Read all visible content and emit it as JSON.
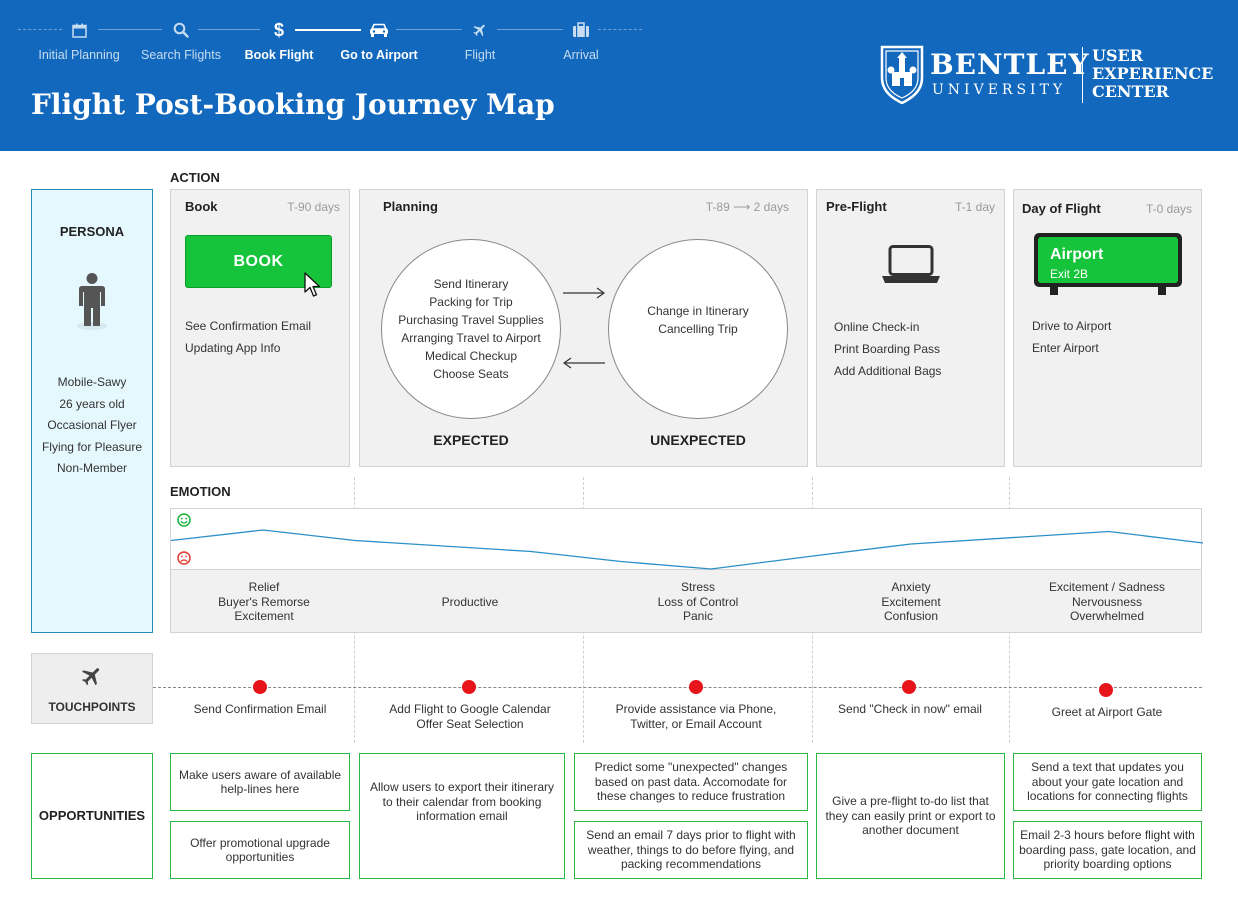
{
  "header": {
    "steps": [
      {
        "label": "Initial Planning",
        "icon": "calendar-icon",
        "active": false
      },
      {
        "label": "Search Flights",
        "icon": "search-icon",
        "active": false
      },
      {
        "label": "Book Flight",
        "icon": "dollar-icon",
        "active": true
      },
      {
        "label": "Go to Airport",
        "icon": "car-icon",
        "active": true
      },
      {
        "label": "Flight",
        "icon": "plane-icon",
        "active": false
      },
      {
        "label": "Arrival",
        "icon": "suitcase-icon",
        "active": false
      }
    ],
    "title": "Flight Post-Booking Journey Map",
    "logo": {
      "name": "BENTLEY",
      "sub": "UNIVERSITY",
      "center_line1": "USER",
      "center_line2": "EXPERIENCE",
      "center_line3": "CENTER"
    }
  },
  "persona": {
    "title": "PERSONA",
    "traits": [
      "Mobile-Sawy",
      "26 years old",
      "Occasional Flyer",
      "Flying for Pleasure",
      "Non-Member"
    ]
  },
  "action": {
    "label": "ACTION",
    "book": {
      "title": "Book",
      "time": "T-90 days",
      "button": "BOOK",
      "items": [
        "See Confirmation Email",
        "Updating App Info"
      ]
    },
    "planning": {
      "title": "Planning",
      "time": "T-89 ⟶ 2 days",
      "expected_items": [
        "Send Itinerary",
        "Packing for Trip",
        "Purchasing Travel Supplies",
        "Arranging Travel to Airport",
        "Medical Checkup",
        "Choose Seats"
      ],
      "unexpected_items": [
        "Change in Itinerary",
        "Cancelling Trip"
      ],
      "expected_label": "EXPECTED",
      "unexpected_label": "UNEXPECTED"
    },
    "preflight": {
      "title": "Pre-Flight",
      "time": "T-1 day",
      "items": [
        "Online Check-in",
        "Print Boarding Pass",
        "Add Additional Bags"
      ]
    },
    "dayof": {
      "title": "Day of Flight",
      "time": "T-0 days",
      "sign_title": "Airport",
      "sign_sub": "Exit 2B",
      "items": [
        "Drive to Airport",
        "Enter Airport"
      ]
    }
  },
  "emotion": {
    "label": "EMOTION",
    "curve": [
      0.43,
      0.22,
      0.43,
      0.65,
      0.85,
      1.0,
      0.72,
      0.5,
      0.25,
      0.48
    ],
    "segments": [
      {
        "lines": [
          "Relief",
          "Buyer's Remorse",
          "Excitement"
        ]
      },
      {
        "lines": [
          "Productive"
        ]
      },
      {
        "lines": [
          "Stress",
          "Loss of Control",
          "Panic"
        ]
      },
      {
        "lines": [
          "Anxiety",
          "Excitement",
          "Confusion"
        ]
      },
      {
        "lines": [
          "Excitement / Sadness",
          "Nervousness",
          "Overwhelmed"
        ]
      }
    ],
    "colors": {
      "happy": "#1db33b",
      "sad": "#e33b2f",
      "line": "#2b8fc9"
    }
  },
  "touchpoints": {
    "label": "TOUCHPOINTS",
    "items": [
      {
        "lines": [
          "Send Confirmation Email"
        ]
      },
      {
        "lines": [
          "Add Flight to Google Calendar",
          "Offer Seat Selection"
        ]
      },
      {
        "lines": [
          "Provide assistance via Phone,",
          "Twitter, or Email Account"
        ]
      },
      {
        "lines": [
          "Send \"Check in now\" email"
        ]
      },
      {
        "lines": [
          "Greet at Airport Gate"
        ]
      }
    ]
  },
  "opportunities": {
    "label": "OPPORTUNITIES",
    "boxes": [
      [
        "Make users aware of available",
        "help-lines here"
      ],
      [
        "Offer promotional upgrade",
        "opportunities"
      ],
      [
        "Allow users to export their itinerary",
        "to their calendar from booking",
        "information email"
      ],
      [
        "Predict some \"unexpected\" changes",
        "based on past data. Accomodate for",
        "these changes to reduce frustration"
      ],
      [
        "Send an email 7 days prior to flight with",
        "weather, things to do before flying, and",
        "packing recommendations"
      ],
      [
        "Give a pre-flight to-do list that",
        "they can easily print or export to",
        "another document"
      ],
      [
        "Send a text that updates you",
        "about your gate location and",
        "locations for connecting flights"
      ],
      [
        "Email 2-3 hours before flight with",
        "boarding pass, gate location, and",
        "priority boarding options"
      ]
    ]
  }
}
